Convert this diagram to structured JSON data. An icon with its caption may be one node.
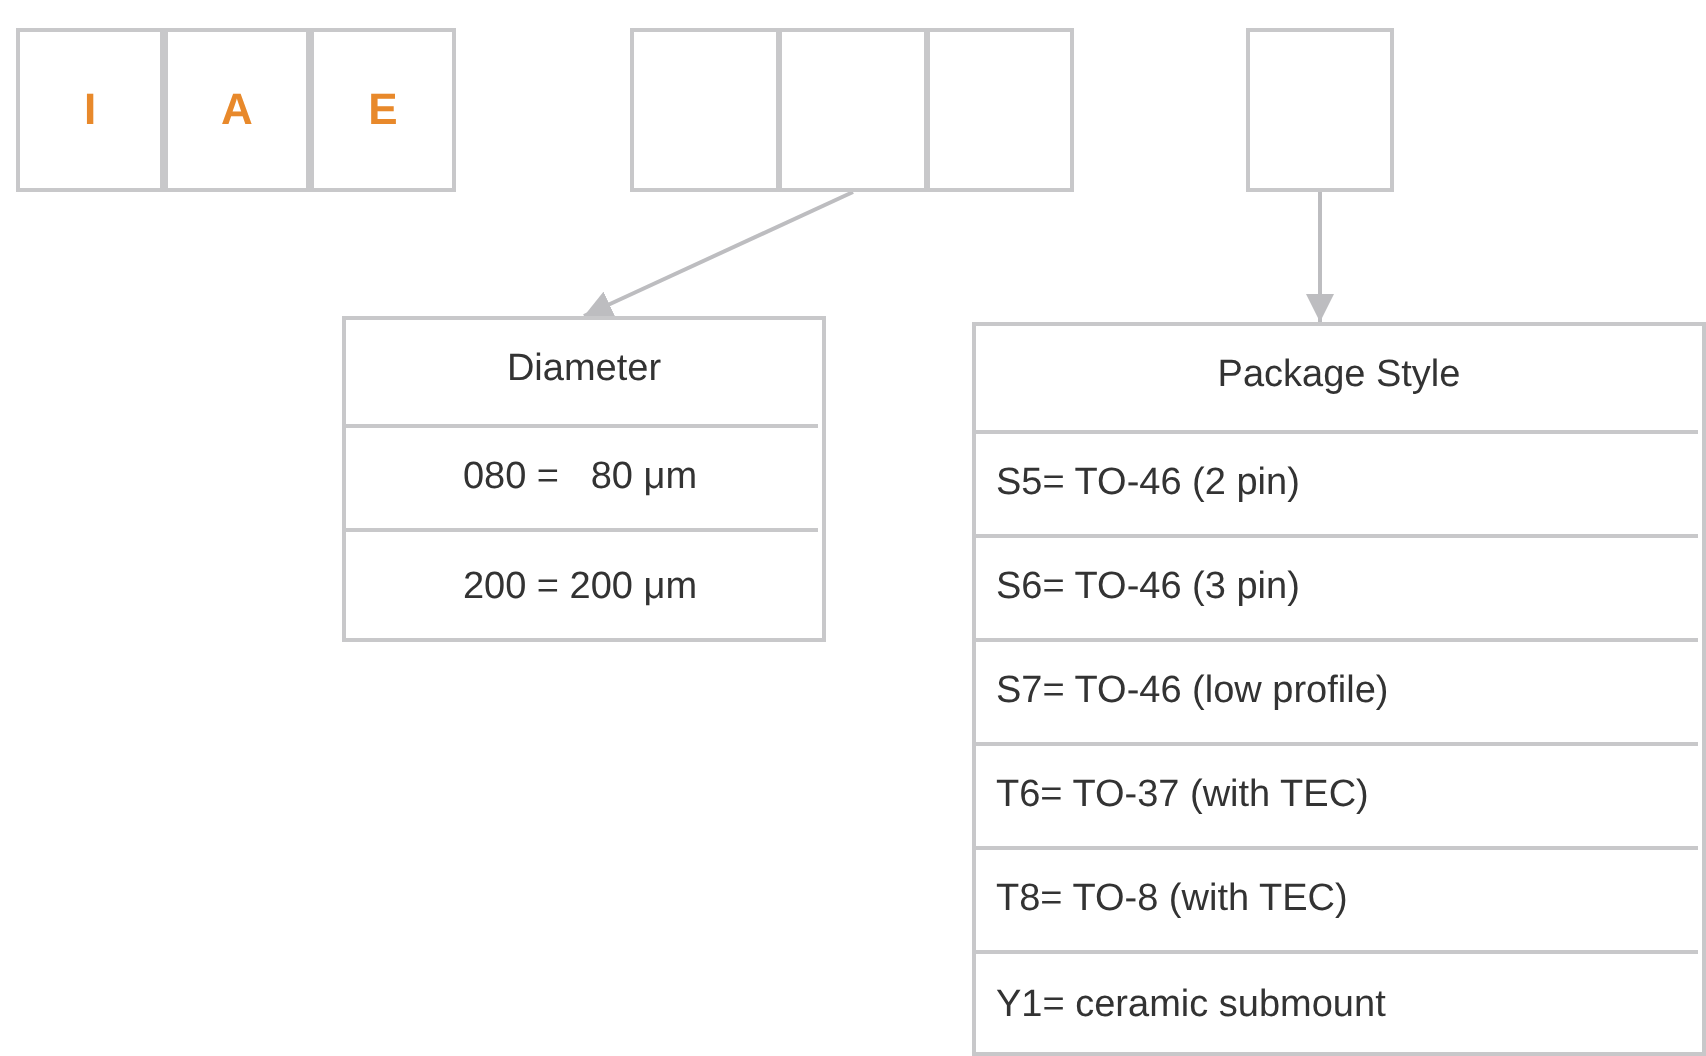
{
  "diagram": {
    "nodes": [
      {
        "text": [
          "I"
        ]
      },
      {
        "text": [
          "A"
        ]
      },
      {
        "text": [
          "E"
        ]
      },
      {
        "text": [],
        "shape": "box"
      },
      {
        "text": [],
        "shape": "box"
      },
      {
        "text": [],
        "shape": "box"
      },
      {
        "text": [],
        "shape": "box"
      },
      {
        "text": [
          "Diameter"
        ]
      },
      {
        "text": [
          "080 =   80 μm"
        ],
        "in": 7
      },
      {
        "text": [
          "200 = 200 μm"
        ],
        "in": 7
      },
      {
        "text": [
          "Package Style"
        ]
      },
      {
        "text": [
          "S5= TO-46 (2 pin)"
        ],
        "in": 10
      },
      {
        "text": [
          "S6= TO-46 (3 pin)"
        ],
        "in": 10
      },
      {
        "text": [
          "S7= TO-46 (low profile)"
        ],
        "in": 10
      },
      {
        "text": [
          "T6= TO-37 (with TEC)"
        ],
        "in": 10
      },
      {
        "text": [
          "T8= TO-8 (with TEC)"
        ],
        "in": 10
      },
      {
        "text": [
          "Y1= ceramic submount"
        ],
        "in": 10
      }
    ],
    "edges": [
      {
        "from": 4,
        "to": 7,
        "arrow": "to"
      },
      {
        "from": 6,
        "to": 10,
        "arrow": "to"
      }
    ]
  }
}
